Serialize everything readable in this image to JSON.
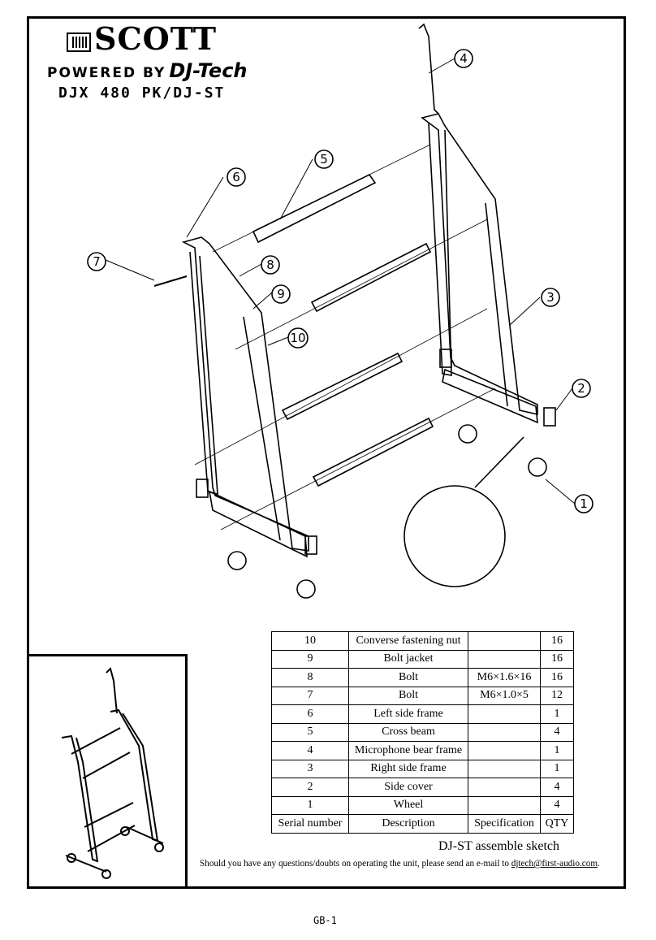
{
  "brand": {
    "logo_word": "SCOTT",
    "powered_by": "POWERED BY",
    "partner": "DJ-Tech",
    "model": "DJX 480 PK/DJ-ST"
  },
  "callouts": [
    "1",
    "2",
    "3",
    "4",
    "5",
    "6",
    "7",
    "8",
    "9",
    "10"
  ],
  "parts_table": {
    "header": {
      "serial": "Serial number",
      "description": "Description",
      "specification": "Specification",
      "qty": "QTY"
    },
    "rows": [
      {
        "serial": "10",
        "description": "Converse fastening nut",
        "specification": "",
        "qty": "16"
      },
      {
        "serial": "9",
        "description": "Bolt jacket",
        "specification": "",
        "qty": "16"
      },
      {
        "serial": "8",
        "description": "Bolt",
        "specification": "M6×1.6×16",
        "qty": "16"
      },
      {
        "serial": "7",
        "description": "Bolt",
        "specification": "M6×1.0×5",
        "qty": "12"
      },
      {
        "serial": "6",
        "description": "Left side frame",
        "specification": "",
        "qty": "1"
      },
      {
        "serial": "5",
        "description": "Cross beam",
        "specification": "",
        "qty": "4"
      },
      {
        "serial": "4",
        "description": "Microphone bear frame",
        "specification": "",
        "qty": "1"
      },
      {
        "serial": "3",
        "description": "Right side frame",
        "specification": "",
        "qty": "1"
      },
      {
        "serial": "2",
        "description": "Side cover",
        "specification": "",
        "qty": "4"
      },
      {
        "serial": "1",
        "description": "Wheel",
        "specification": "",
        "qty": "4"
      }
    ]
  },
  "sketch_title": "DJ-ST assemble sketch",
  "contact": {
    "text": "Should you have any questions/doubts on operating the unit, please send an e-mail to",
    "email": "djtech@first-audio.com",
    "suffix": "."
  },
  "page_number": "GB-1"
}
